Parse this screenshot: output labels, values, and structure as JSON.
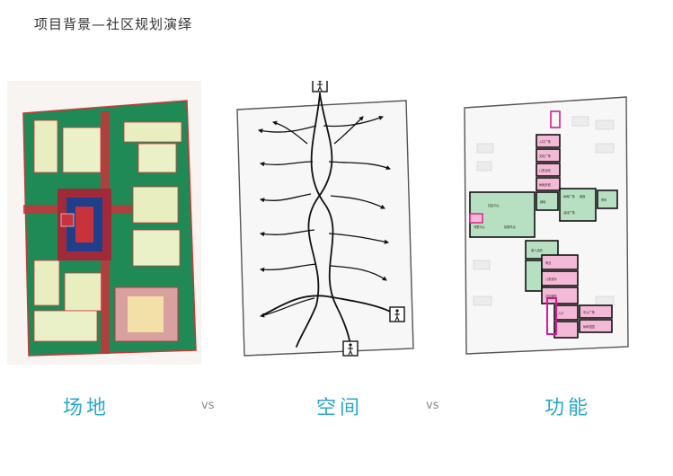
{
  "header": {
    "title": "项目背景—社区规划演绎"
  },
  "labels": {
    "site": "场地",
    "space": "空间",
    "function": "功能",
    "vs1": "vs",
    "vs2": "vs"
  },
  "colors": {
    "accent": "#29a8c8",
    "site_green": "#1f8a55",
    "site_red": "#d23a3a",
    "func_green": "#b7e0c2",
    "func_pink": "#f4b9d6",
    "func_magenta": "#d81b8c"
  },
  "icons": {
    "pedestrian": "pedestrian-icon"
  },
  "function_blocks": [
    {
      "label": "入口广场"
    },
    {
      "label": "文化广场"
    },
    {
      "label": "儿童活动"
    },
    {
      "label": "休闲步道"
    },
    {
      "label": "社区中心"
    },
    {
      "label": "休闲广场"
    },
    {
      "label": "健身"
    },
    {
      "label": "活动广场"
    },
    {
      "label": "停车"
    },
    {
      "label": "绿地"
    },
    {
      "label": "邻里中心"
    },
    {
      "label": "景观节点"
    },
    {
      "label": "老人活动"
    },
    {
      "label": "商业"
    },
    {
      "label": "儿童游乐"
    },
    {
      "label": "社区服务"
    },
    {
      "label": "入口"
    },
    {
      "label": "中心广场"
    },
    {
      "label": "休闲花园"
    }
  ]
}
